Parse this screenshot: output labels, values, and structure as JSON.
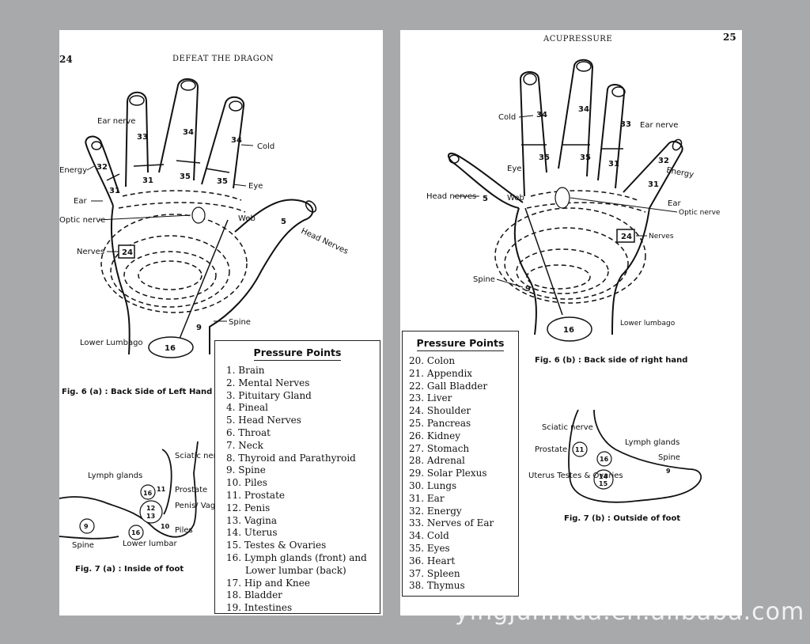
{
  "left_page": {
    "page_number": "24",
    "running_head": "DEFEAT THE DRAGON",
    "fig6a_caption": "Fig. 6 (a) : Back Side of Left Hand",
    "fig7a_caption": "Fig. 7 (a) : Inside of foot",
    "hand_labels": {
      "ear_nerve": "Ear nerve",
      "energy": "Energy",
      "ear": "Ear",
      "optic_nerve": "Optic nerve",
      "nerves": "Nerves",
      "cold": "Cold",
      "eye": "Eye",
      "web": "Web",
      "head_nerves": "Head Nerves",
      "spine": "Spine",
      "lower_lumbago": "Lower Lumbago"
    },
    "hand_numbers": {
      "n32": "32",
      "n33": "33",
      "n34a": "34",
      "n34b": "34",
      "n31a": "31",
      "n31b": "31",
      "n35a": "35",
      "n35b": "35",
      "n24": "24",
      "n5": "5",
      "n9": "9",
      "n16": "16"
    },
    "foot_labels": {
      "lymph_glands": "Lymph glands",
      "sciatic_nerve": "Sciatic nerve",
      "prostate": "Prostate",
      "penis_vagina": "Penis/ Vagina",
      "piles": "Piles",
      "spine": "Spine",
      "lower_lumbar": "Lower lumbar"
    },
    "foot_numbers": {
      "n16a": "16",
      "n11": "11",
      "n12": "12",
      "n13": "13",
      "n10": "10",
      "n9": "9",
      "n16b": "16"
    },
    "pressure_points": {
      "title": "Pressure Points",
      "items": [
        "1. Brain",
        "2. Mental Nerves",
        "3. Pituitary Gland",
        "4. Pineal",
        "5. Head Nerves",
        "6. Throat",
        "7. Neck",
        "8. Thyroid and Parathyroid",
        "9. Spine",
        "10. Piles",
        "11. Prostate",
        "12. Penis",
        "13. Vagina",
        "14. Uterus",
        "15. Testes & Ovaries",
        "16. Lymph glands (front) and",
        "Lower lumbar (back)",
        "17. Hip and Knee",
        "18. Bladder",
        "19. Intestines"
      ]
    }
  },
  "right_page": {
    "page_number": "25",
    "running_head": "ACUPRESSURE",
    "fig6b_caption": "Fig. 6 (b) : Back side of right hand",
    "fig7b_caption": "Fig. 7 (b) : Outside of foot",
    "hand_labels": {
      "cold": "Cold",
      "ear_nerve": "Ear nerve",
      "energy": "Energy",
      "eye": "Eye",
      "head_nerves": "Head nerves",
      "web": "Web",
      "ear": "Ear",
      "optic_nerve": "Optic nerve",
      "nerves": "Nerves",
      "spine": "Spine",
      "lower_lumbago": "Lower lumbago"
    },
    "hand_numbers": {
      "n34a": "34",
      "n34b": "34",
      "n33": "33",
      "n32": "32",
      "n35a": "35",
      "n35b": "35",
      "n31a": "31",
      "n31b": "31",
      "n5": "5",
      "n24": "24",
      "n9": "9",
      "n16": "16"
    },
    "foot_labels": {
      "sciatic_nerve": "Sciatic nerve",
      "prostate": "Prostate",
      "lymph_glands": "Lymph glands",
      "spine": "Spine",
      "uterus_testes": "Uterus Testes & Ovaries"
    },
    "foot_numbers": {
      "n11": "11",
      "n16": "16",
      "n9": "9",
      "n14": "14",
      "n15": "15"
    },
    "pressure_points": {
      "title": "Pressure Points",
      "items": [
        "20. Colon",
        "21. Appendix",
        "22. Gall Bladder",
        "23. Liver",
        "24. Shoulder",
        "25. Pancreas",
        "26. Kidney",
        "27. Stomach",
        "28. Adrenal",
        "29. Solar Plexus",
        "30. Lungs",
        "31. Ear",
        "32. Energy",
        "33. Nerves of Ear",
        "34. Cold",
        "35. Eyes",
        "36. Heart",
        "37. Spleen",
        "38. Thymus"
      ]
    }
  },
  "watermark": "yingjunmda.en.alibaba.com"
}
